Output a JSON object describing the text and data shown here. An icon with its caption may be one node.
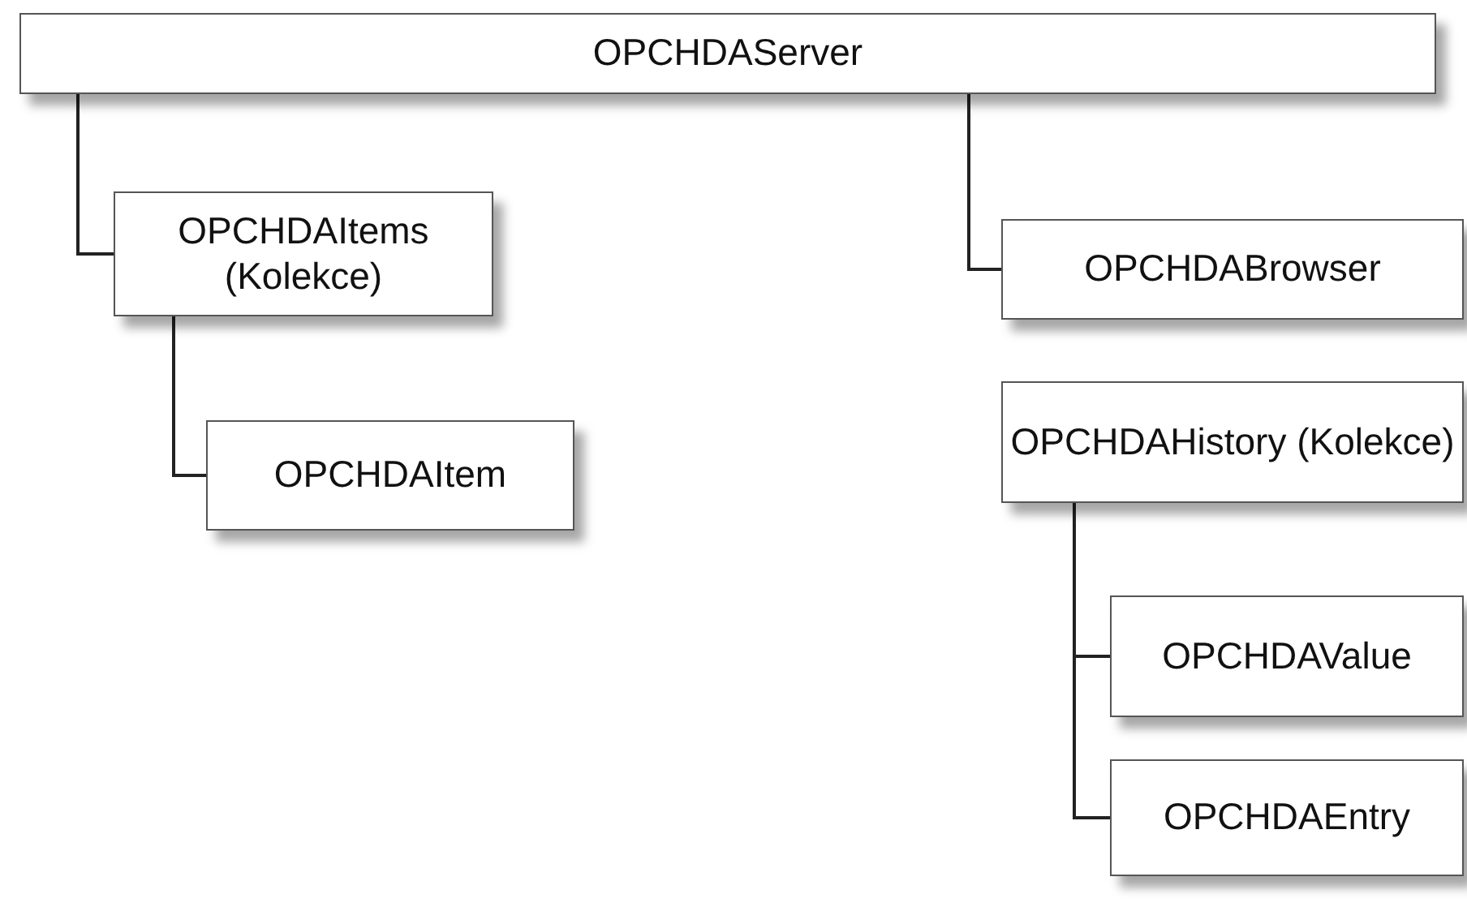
{
  "diagram": {
    "nodes": [
      {
        "text": [
          "OPCHDAServer"
        ]
      },
      {
        "text": [
          "OPCHDAItems (Kolekce)"
        ]
      },
      {
        "text": [
          "OPCHDABrowser"
        ]
      },
      {
        "text": [
          "OPCHDAItem"
        ]
      },
      {
        "text": [
          "OPCHDAHistory (Kolekce)"
        ]
      },
      {
        "text": [
          "OPCHDAValue"
        ]
      },
      {
        "text": [
          "OPCHDAEntry"
        ]
      }
    ],
    "edges": [
      {
        "from": 0,
        "to": 1,
        "arrow": "none"
      },
      {
        "from": 0,
        "to": 2,
        "arrow": "none"
      },
      {
        "from": 1,
        "to": 3,
        "arrow": "none"
      },
      {
        "from": 4,
        "to": 5,
        "arrow": "none"
      },
      {
        "from": 4,
        "to": 6,
        "arrow": "none"
      }
    ]
  }
}
